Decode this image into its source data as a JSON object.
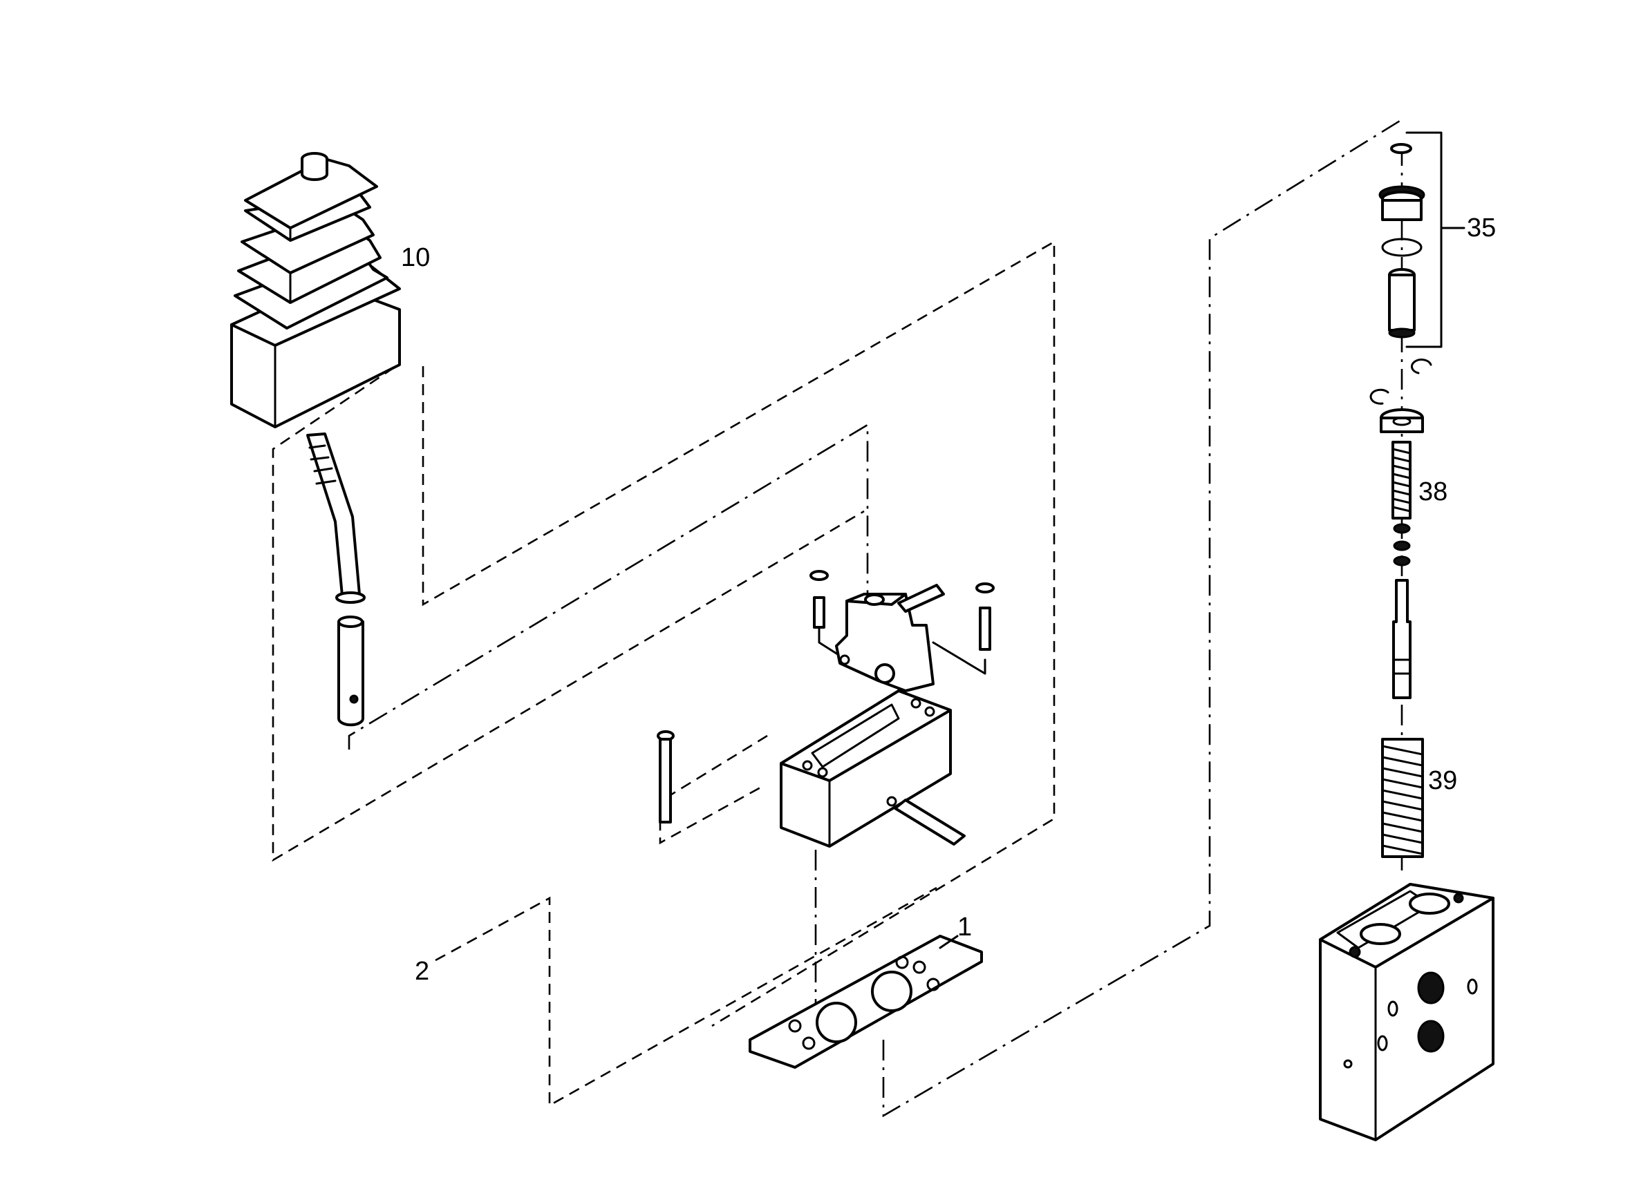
{
  "callouts": [
    {
      "id": "1",
      "text": "1"
    },
    {
      "id": "2",
      "text": "2"
    },
    {
      "id": "10",
      "text": "10"
    },
    {
      "id": "35",
      "text": "35"
    },
    {
      "id": "38",
      "text": "38"
    },
    {
      "id": "39",
      "text": "39"
    }
  ]
}
